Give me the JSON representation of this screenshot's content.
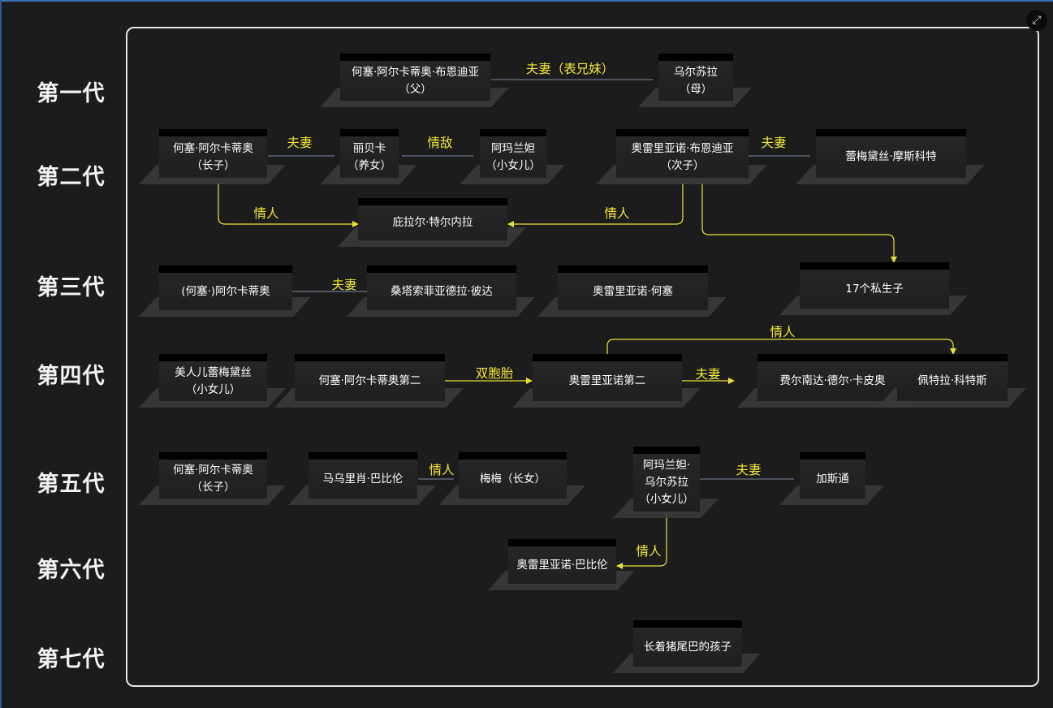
{
  "generations": [
    "第一代",
    "第二代",
    "第三代",
    "第四代",
    "第五代",
    "第六代",
    "第七代"
  ],
  "nodes": {
    "g1_father": "何塞·阿尔卡蒂奥·布恩迪亚\n（父）",
    "g1_mother": "乌尔苏拉\n（母）",
    "g2_jose": "何塞·阿尔卡蒂奥\n（长子）",
    "g2_rebeca": "丽贝卡\n（养女）",
    "g2_amaranta": "阿玛兰妲\n（小女儿）",
    "g2_aureliano": "奥雷里亚诺·布恩迪亚\n（次子）",
    "g2_remedios": "蕾梅黛丝·摩斯科特",
    "g2_pilar": "庇拉尔·特尔内拉",
    "g3_arcadio": "(何塞·)阿尔卡蒂奥",
    "g3_santa": "桑塔索菲亚德拉·彼达",
    "g3_aurelianojose": "奥雷里亚诺·何塞",
    "g3_seventeen": "17个私生子",
    "g4_remedios": "美人儿蕾梅黛丝\n（小女儿）",
    "g4_jasegundo": "何塞·阿尔卡蒂奥第二",
    "g4_asegundo": "奥雷里亚诺第二",
    "g4_fernanda": "费尔南达·德尔·卡皮奥",
    "g4_petra": "佩特拉·科特斯",
    "g5_jose": "何塞·阿尔卡蒂奥\n（长子）",
    "g5_mauricio": "马乌里肖·巴比伦",
    "g5_meme": "梅梅（长女）",
    "g5_amaranta": "阿玛兰妲·\n乌尔苏拉\n（小女儿）",
    "g5_gaston": "加斯通",
    "g6_aureliano": "奥雷里亚诺·巴比伦",
    "g7_child": "长着猪尾巴的孩子"
  },
  "edges": {
    "g1_couple": "夫妻（表兄妹）",
    "g2_couple1": "夫妻",
    "g2_rival": "情敌",
    "g2_couple2": "夫妻",
    "g2_lover1": "情人",
    "g2_lover2": "情人",
    "g3_couple": "夫妻",
    "g4_lover": "情人",
    "g4_twins": "双胞胎",
    "g4_couple": "夫妻",
    "g5_lover": "情人",
    "g5_couple": "夫妻",
    "g6_lover": "情人"
  },
  "colors": {
    "background": "#1c1c1c",
    "frame": "#e6e6e6",
    "edge_label": "#f3e83a",
    "line_yellow": "#e8e03a",
    "line_dark": "#7a8aa0"
  },
  "icons": {
    "expand": "expand-icon"
  }
}
